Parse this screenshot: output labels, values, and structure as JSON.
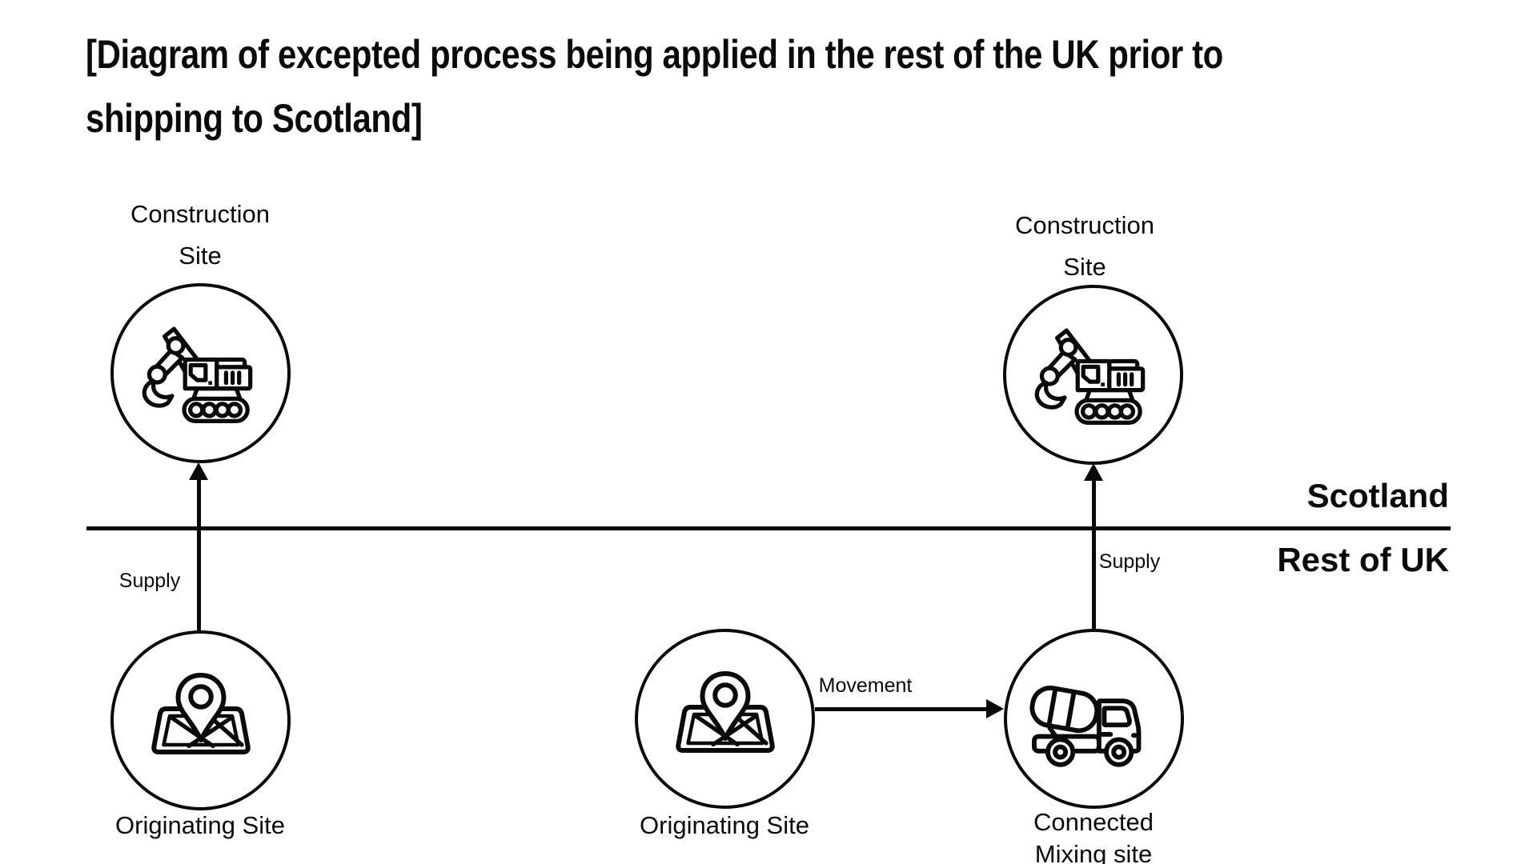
{
  "title": {
    "line1": "[Diagram of excepted process being applied in the rest of the UK prior to",
    "line2": "shipping to Scotland]"
  },
  "regions": {
    "above_label": "Scotland",
    "below_label": "Rest of UK"
  },
  "nodes": {
    "construction_left": {
      "line1": "Construction",
      "line2": "Site",
      "icon": "excavator-icon"
    },
    "construction_right": {
      "line1": "Construction",
      "line2": "Site",
      "icon": "excavator-icon"
    },
    "originating_left": {
      "label": "Originating Site",
      "icon": "map-location-icon"
    },
    "originating_mid": {
      "label": "Originating Site",
      "icon": "map-location-icon"
    },
    "mixing": {
      "line1": "Connected",
      "line2": "Mixing site",
      "icon": "mixer-truck-icon"
    }
  },
  "edges": {
    "supply_left": {
      "label": "Supply"
    },
    "supply_right": {
      "label": "Supply"
    },
    "movement": {
      "label": "Movement"
    }
  },
  "colors": {
    "ink": "#0a0a0a",
    "background": "#ffffff"
  }
}
